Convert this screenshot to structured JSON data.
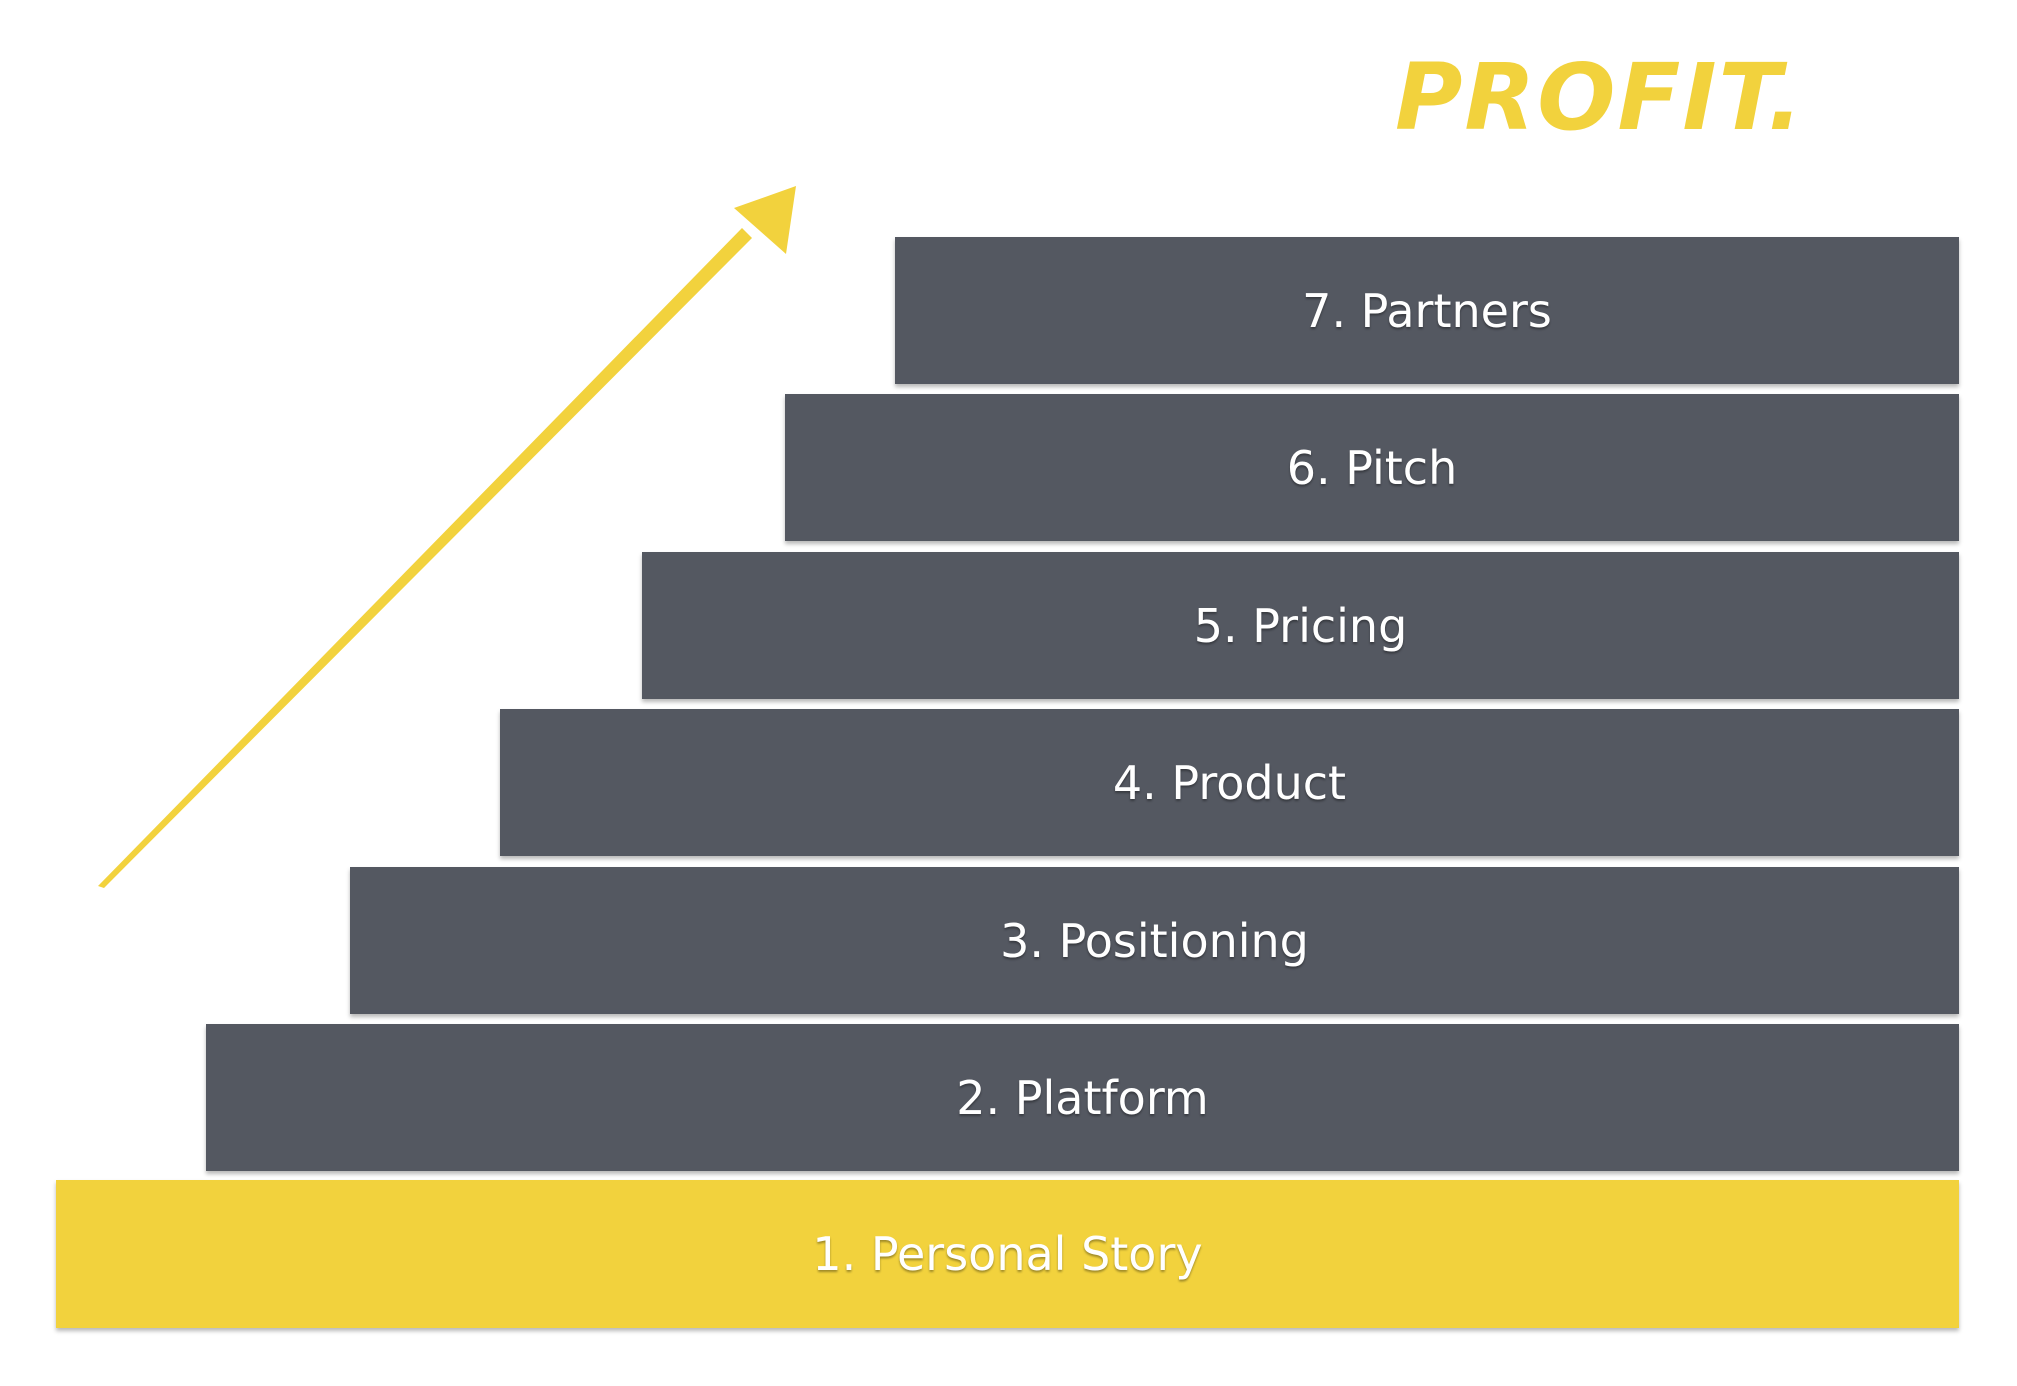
{
  "heading": "PROFIT.",
  "colors": {
    "accent": "#f2d23d",
    "step": "#545861",
    "text": "#ffffff"
  },
  "icons": {
    "arrow": "up-right-arrow-icon"
  },
  "steps": [
    {
      "label": "1. Personal Story",
      "highlighted": true
    },
    {
      "label": "2. Platform",
      "highlighted": false
    },
    {
      "label": "3. Positioning",
      "highlighted": false
    },
    {
      "label": "4. Product",
      "highlighted": false
    },
    {
      "label": "5. Pricing",
      "highlighted": false
    },
    {
      "label": "6. Pitch",
      "highlighted": false
    },
    {
      "label": "7. Partners",
      "highlighted": false
    }
  ]
}
